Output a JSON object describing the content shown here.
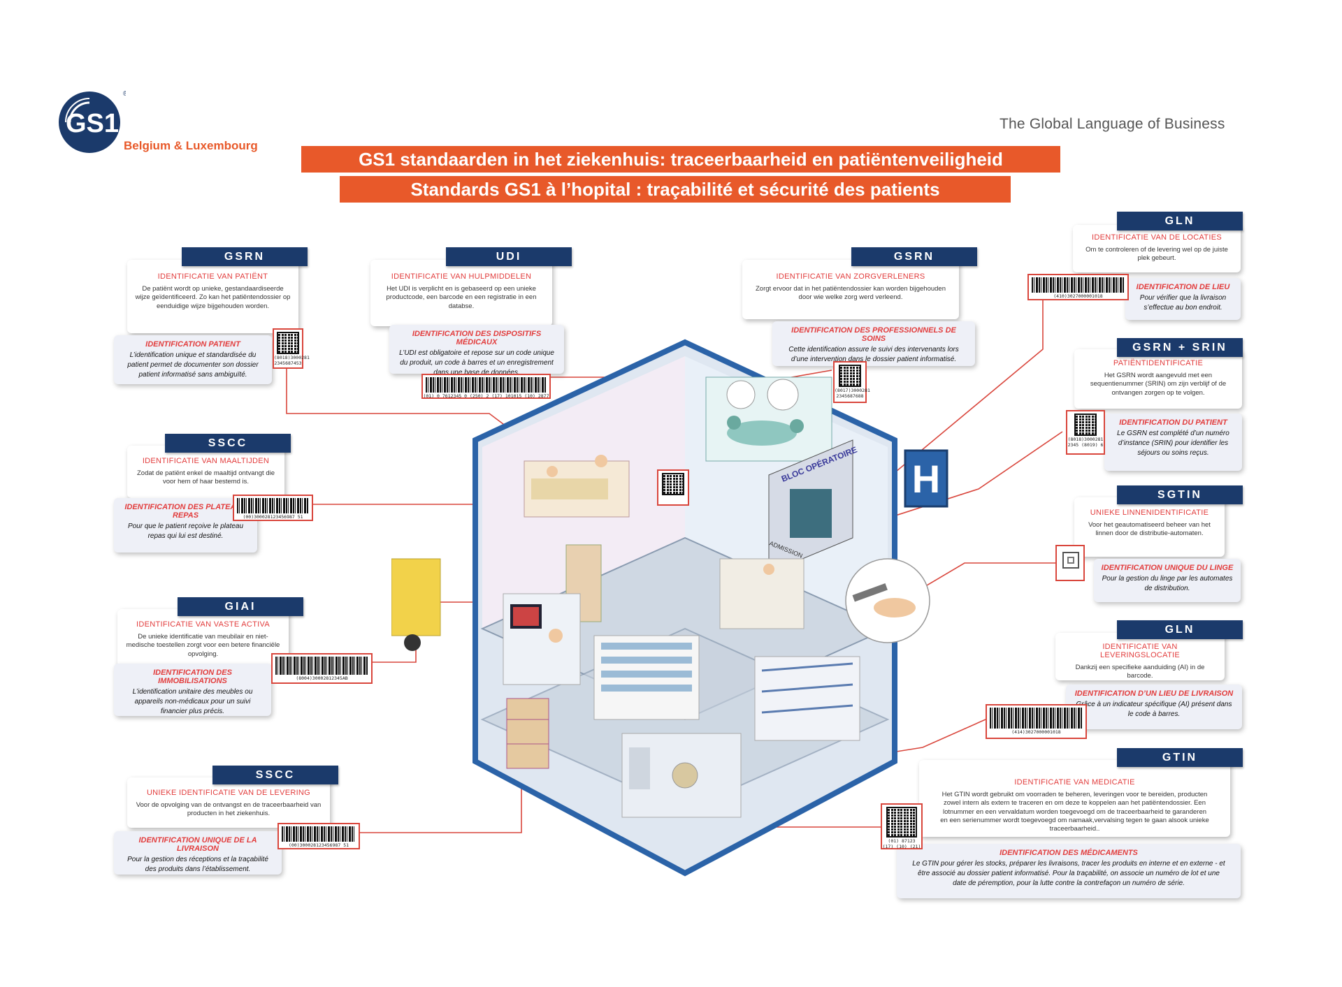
{
  "header": {
    "logo_text": "GS1",
    "logo_sub": "Belgium & Luxembourg",
    "tagline": "The Global Language of Business",
    "title_nl": "GS1 standaarden in het ziekenhuis: traceerbaarheid en patiëntenveiligheid",
    "title_fr": "Standards GS1 à l’hopital : traçabilité et sécurité des patients"
  },
  "colors": {
    "accent": "#E8592A",
    "navy": "#1B3A6B",
    "red": "#E23C3C"
  },
  "building": {
    "ok_label": "BLOC OPÉRATOIRE",
    "admission_label": "ADMISSION",
    "h_sign": "H"
  },
  "cards": {
    "gsrn_patient": {
      "tag": "GSRN",
      "nl_title": "IDENTIFICATIE VAN PATIËNT",
      "nl_body": "De patiënt wordt op unieke, gestandaardiseerde wijze geïdentificeerd. Zo kan het patiëntendossier op eenduidige wijze bijgehouden worden.",
      "fr_title": "IDENTIFICATION PATIENT",
      "fr_body": "L’identification unique et standardisée du patient permet de documenter son dossier patient informatisé sans ambiguïté.",
      "code": "(8018)3000281 2345687453"
    },
    "udi": {
      "tag": "UDI",
      "nl_title": "IDENTIFICATIE VAN HULPMIDDELEN",
      "nl_body": "Het UDI is verplicht en is gebaseerd op een unieke productcode, een barcode en een registratie in een databse.",
      "fr_title": "IDENTIFICATION DES DISPOSITIFS MÉDICAUX",
      "fr_body": "L’UDI est obligatoire et repose sur un code unique du produit, un code à barres et un enregistrement dans une base de données.",
      "code": "(01) 0 7612345 0 (250) 2 (17) 101015 (10) 2877"
    },
    "gsrn_care": {
      "tag": "GSRN",
      "nl_title": "IDENTIFICATIE VAN ZORGVERLENERS",
      "nl_body": "Zorgt ervoor dat in het patiëntendossier kan worden bijgehouden door wie welke zorg werd verleend.",
      "fr_title": "IDENTIFICATION DES PROFESSIONNELS DE SOINS",
      "fr_body": "Cette identification assure le suivi des intervenants lors d’une intervention dans le dossier patient informatisé.",
      "code": "(8017)3000281 2345687688"
    },
    "gln_locatie": {
      "tag": "GLN",
      "nl_title": "IDENTIFICATIE VAN DE LOCATIES",
      "nl_body": "Om te controleren of de levering wel op de juiste plek gebeurt.",
      "fr_title": "IDENTIFICATION DE LIEU",
      "fr_body": "Pour vérifier que la livraison s’effectue au bon endroit.",
      "code": "(410)3027000001018"
    },
    "gsrn_srin": {
      "tag": "GSRN + SRIN",
      "nl_title": "PATIËNTIDENTIFICATIE",
      "nl_body": "Het GSRN wordt aangevuld met een sequentienummer (SRIN) om zijn verblijf of de ontvangen zorgen op te volgen.",
      "fr_title": "IDENTIFICATION DU PATIENT",
      "fr_body": "Le GSRN est complété d’un numéro d’instance (SRIN) pour identifier les séjours ou soins reçus.",
      "code": "(8018)3000281 2345 (8019) 6"
    },
    "sscc_meal": {
      "tag": "SSCC",
      "nl_title": "IDENTIFICATIE VAN MAALTIJDEN",
      "nl_body": "Zodat de patiënt enkel de maaltijd ontvangt die voor hem of haar bestemd is.",
      "fr_title": "IDENTIFICATION DES PLATEAUX REPAS",
      "fr_body": "Pour que le patient reçoive le plateau repas qui lui est destiné.",
      "code": "(00)300028123456987 51"
    },
    "sgtin": {
      "tag": "SGTIN",
      "nl_title": "UNIEKE LINNENIDENTIFICATIE",
      "nl_body": "Voor het geautomatiseerd beheer van het linnen door de distributie-automaten.",
      "fr_title": "IDENTIFICATION UNIQUE DU LINGE",
      "fr_body": "Pour la gestion du linge par les automates de distribution."
    },
    "giai": {
      "tag": "GIAI",
      "nl_title": "IDENTIFICATIE VAN VASTE ACTIVA",
      "nl_body": "De unieke identificatie van meubilair en niet-medische toestellen zorgt voor een betere financiële opvolging.",
      "fr_title": "IDENTIFICATION DES IMMOBILISATIONS",
      "fr_body": "L’identification unitaire des meubles ou appareils non-médicaux pour un suivi financier plus précis.",
      "code": "(8004)30002812345AB"
    },
    "gln_levering": {
      "tag": "GLN",
      "nl_title": "IDENTIFICATIE VAN LEVERINGSLOCATIE",
      "nl_body": "Dankzij een specifieke aanduiding (AI) in de barcode.",
      "fr_title": "IDENTIFICATION D’UN LIEU DE LIVRAISON",
      "fr_body": "Grâce à un indicateur spécifique (AI) présent dans le code à barres.",
      "code": "(414)3027000001018"
    },
    "sscc_delivery": {
      "tag": "SSCC",
      "nl_title": "UNIEKE IDENTIFICATIE VAN DE LEVERING",
      "nl_body": "Voor de opvolging van de ontvangst en de traceerbaarheid van producten in het ziekenhuis.",
      "fr_title": "IDENTIFICATION UNIQUE DE LA LIVRAISON",
      "fr_body": "Pour la gestion des réceptions et la traçabilité des produits dans l’établissement.",
      "code": "(00)300028123456987 51"
    },
    "gtin": {
      "tag": "GTIN",
      "nl_title": "IDENTIFICATIE VAN MEDICATIE",
      "nl_body": "Het GTIN wordt gebruikt om voorraden te beheren, leveringen voor te bereiden, producten zowel intern als extern te traceren en om deze te koppelen aan het patiëntendossier. Een lotnummer en een vervaldatum worden toegevoegd om de traceerbaarheid te garanderen en een serienummer wordt toegevoegd om namaak,vervalsing tegen te gaan alsook unieke traceerbaarheid..",
      "fr_title": "IDENTIFICATION DES MÉDICAMENTS",
      "fr_body": "Le GTIN pour gérer les stocks, préparer les livraisons, tracer les produits en interne et en externe - et être associé au dossier patient informatisé. Pour la traçabilité, on associe un numéro de lot et une date de péremption, pour la lutte contre la contrefaçon un numéro de série.",
      "code": "(01) 87123 (17) (10) (21)"
    }
  }
}
